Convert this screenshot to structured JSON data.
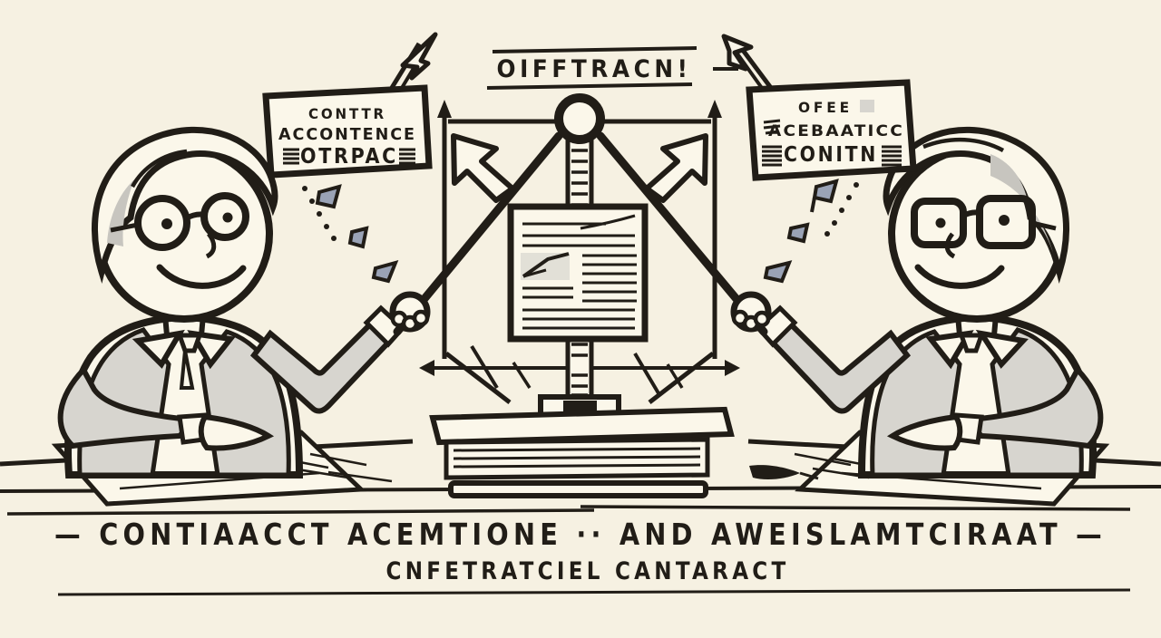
{
  "scene": {
    "background_color": "#f6f1e2",
    "paper_color": "#fbf7ea",
    "ink_color": "#211d17",
    "shade_gray": "#d7d5cf",
    "hair_gray": "#c7c5bf",
    "confetti_color": "#9aa3b6"
  },
  "banner": {
    "title": "OIFFTRACN!"
  },
  "left_sign": {
    "line1": "CONTTR",
    "line2": "ACCONTENCE",
    "line3": "OTRPAC"
  },
  "right_sign": {
    "line1": "OFEE",
    "line2": "ACEBAATICC",
    "line3": "CONITN"
  },
  "caption": {
    "line1": "— CONTIAACCT  ACEMTIONE ·· AND  AWEISLAMTCIRAAT —",
    "line2": "CNFETRATCIEL  CANTARACT"
  }
}
